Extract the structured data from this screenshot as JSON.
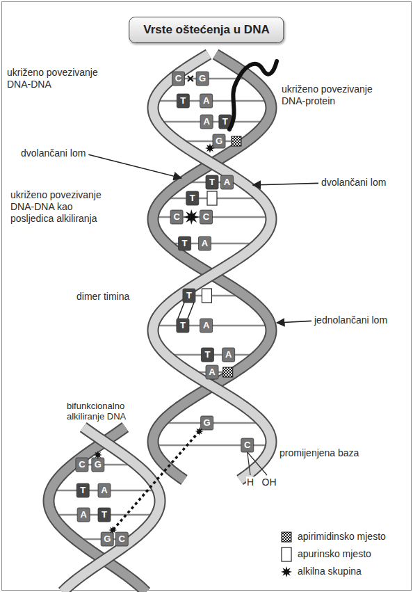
{
  "diagram": {
    "title": "Vrste oštećenja u DNA",
    "labels": [
      "ukriženo povezivanje DNA-DNA",
      "C",
      "G",
      "ukriženo povezivanje DNA-protein",
      "T",
      "A",
      "A",
      "T",
      "G",
      "dvolančani lom",
      "T",
      "A",
      "dvolančani lom",
      "ukriženo povezivanje DNA-DNA kao posljedica alkiliranja",
      "T",
      "C",
      "C",
      "T",
      "A",
      "T",
      "dimer timina",
      "T",
      "A",
      "jednolančani lom",
      "T",
      "A",
      "A",
      "bifunkcionalno alkiliranje DNA",
      "G",
      "C",
      "promijenjena baza",
      "H",
      "OH",
      "C",
      "G",
      "T",
      "A",
      "A",
      "T",
      "G",
      "C"
    ],
    "legend": [
      {
        "text": "apirimidinsko mjesto"
      },
      {
        "text": "apurinsko mjesto"
      },
      {
        "text": "alkilna skupina"
      }
    ]
  }
}
